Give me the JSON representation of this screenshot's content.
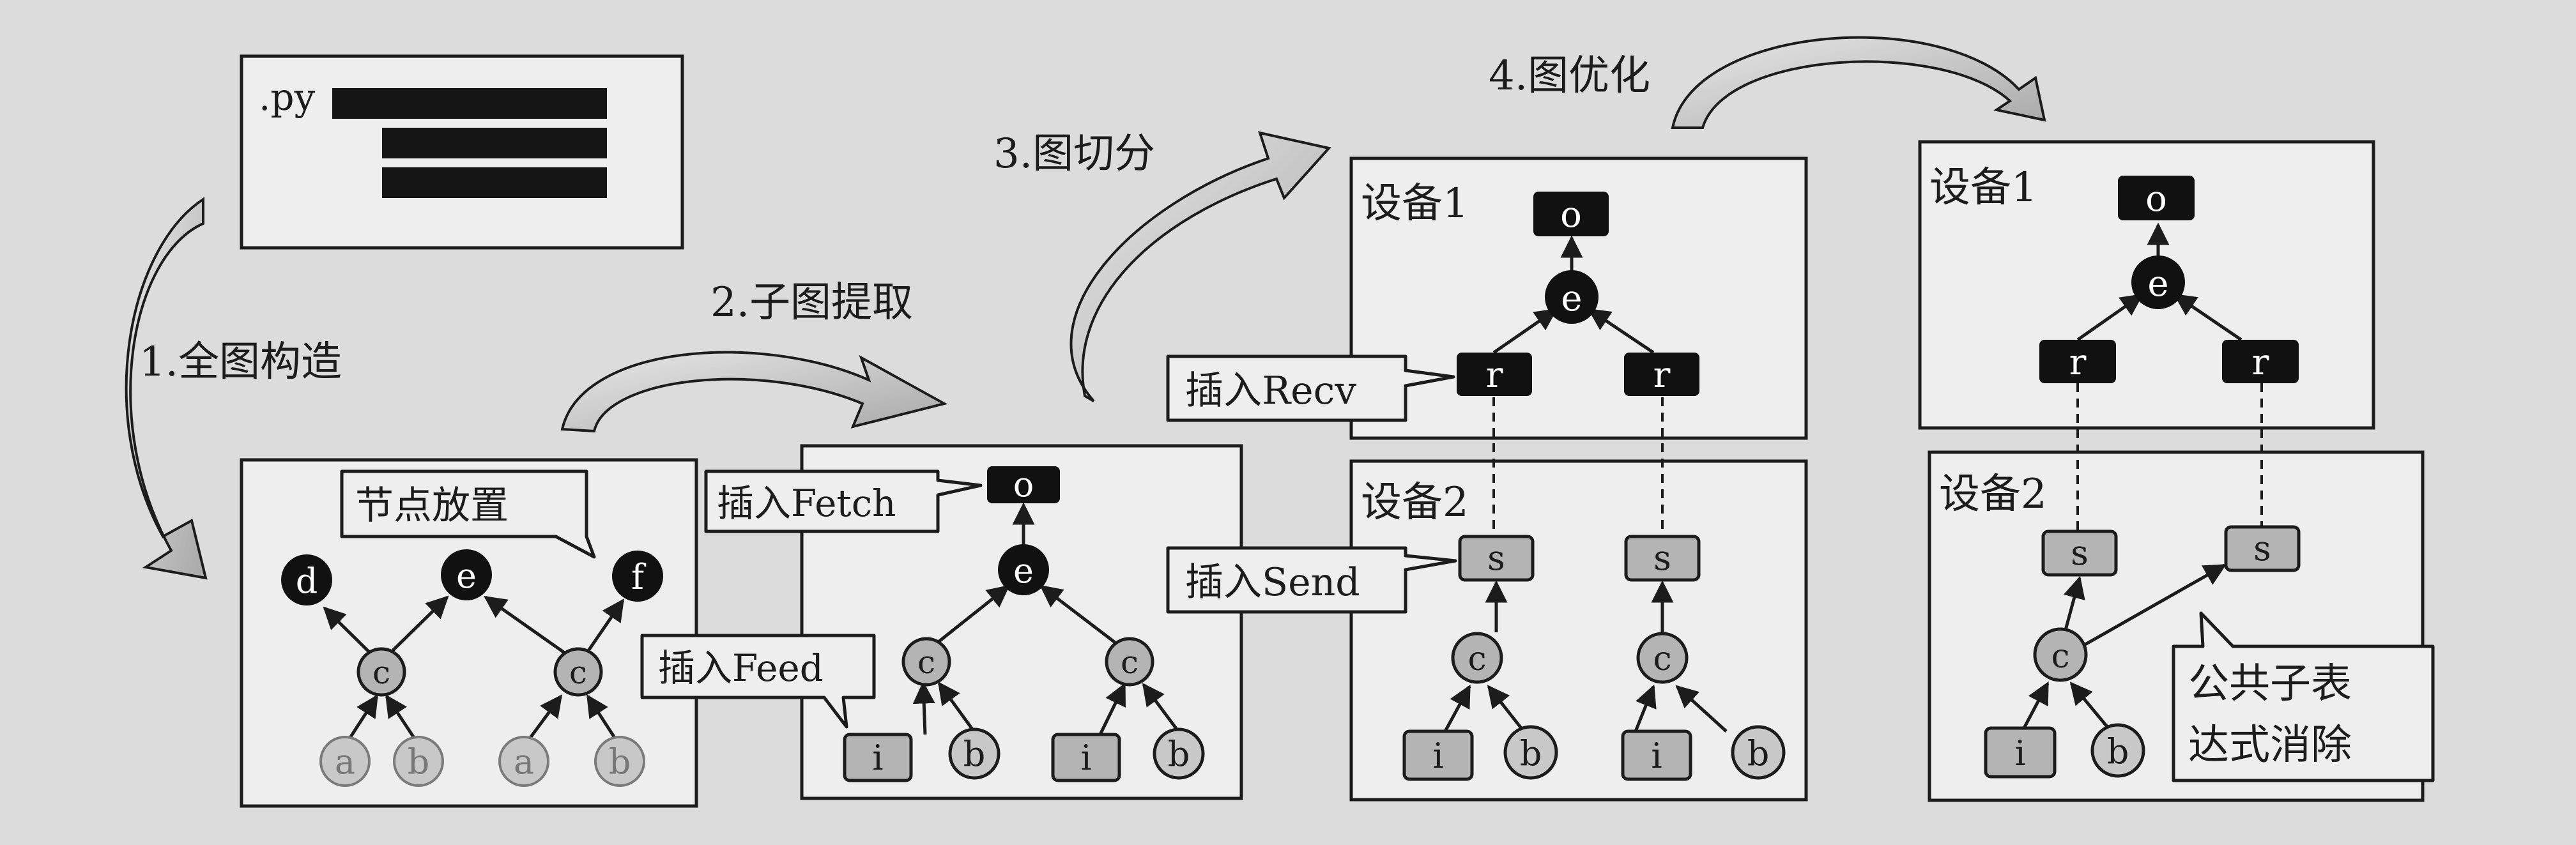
{
  "colors": {
    "paper": "#dcdcdc",
    "box_fill": "#eeeeee",
    "ink": "#1c1c1c",
    "node_dark": "#111111",
    "node_light": "#b4b4b4",
    "node_faded": "#c8c8c8",
    "arrow_fill": "#bdbdbd"
  },
  "source": {
    "label": ".py"
  },
  "steps": [
    {
      "id": "step-1",
      "label": "1.全图构造"
    },
    {
      "id": "step-2",
      "label": "2.子图提取"
    },
    {
      "id": "step-3",
      "label": "3.图切分"
    },
    {
      "id": "step-4",
      "label": "4.图优化"
    }
  ],
  "callouts": {
    "node_placement": "节点放置",
    "insert_fetch": "插入Fetch",
    "insert_feed": "插入Feed",
    "insert_recv": "插入Recv",
    "insert_send": "插入Send",
    "cse_line1": "公共子表",
    "cse_line2": "达式消除"
  },
  "devices": {
    "device1": "设备1",
    "device2": "设备2"
  },
  "node_labels": {
    "a": "a",
    "b": "b",
    "c": "c",
    "d": "d",
    "e": "e",
    "f": "f",
    "o": "o",
    "i": "i",
    "r": "r",
    "s": "s"
  }
}
